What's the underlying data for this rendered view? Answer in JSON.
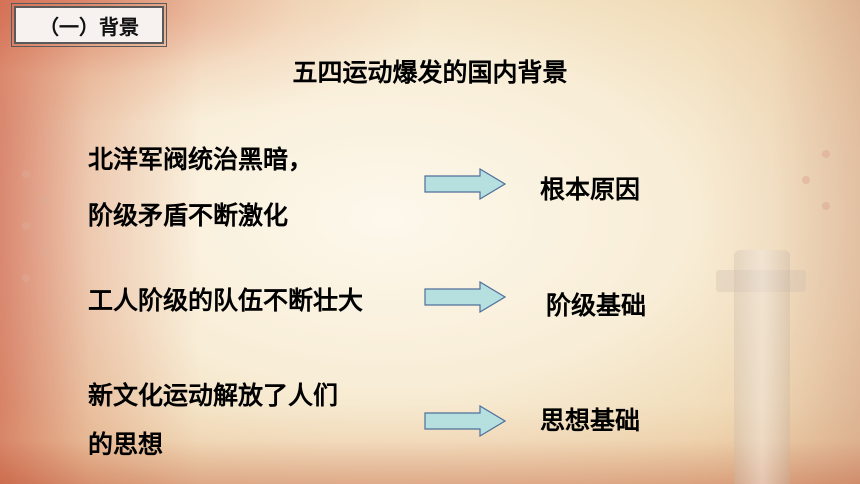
{
  "section_tag": "（一）背景",
  "title": "五四运动爆发的国内背景",
  "rows": [
    {
      "lines": [
        "北洋军阀统治黑暗，",
        "阶级矛盾不断激化"
      ],
      "result": "根本原因"
    },
    {
      "lines": [
        "工人阶级的队伍不断壮大"
      ],
      "result": "阶级基础"
    },
    {
      "lines": [
        "新文化运动解放了人们",
        "的思想"
      ],
      "result": "思想基础"
    }
  ],
  "colors": {
    "arrow_fill": "#b6e0e0",
    "arrow_stroke": "#4f6f9a",
    "text": "#000000"
  },
  "icons": {
    "arrow": "right-arrow-icon"
  }
}
